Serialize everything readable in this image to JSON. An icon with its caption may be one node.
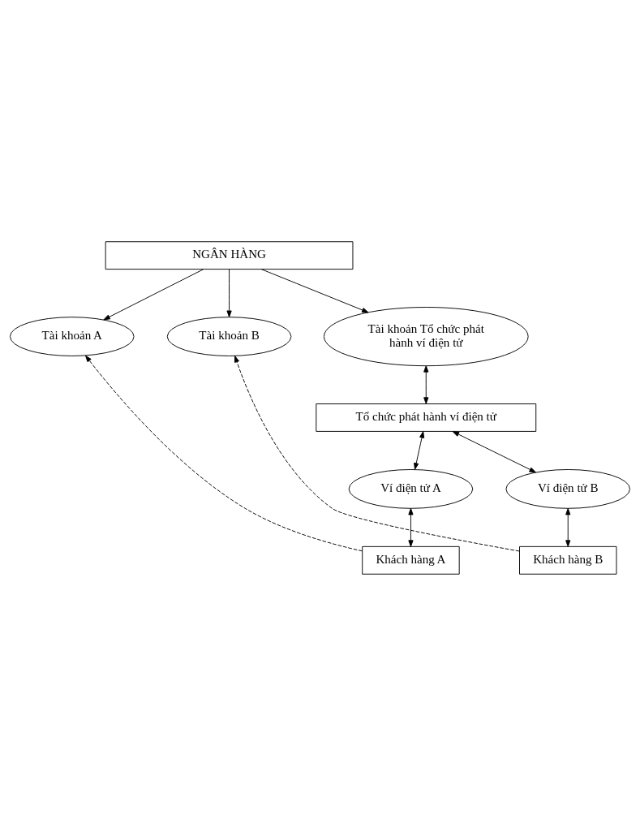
{
  "diagram": {
    "nodes": [
      {
        "text": [
          "NGÂN HÀNG"
        ]
      },
      {
        "text": [
          "Tài khoản A"
        ]
      },
      {
        "text": [
          "Tài khoản B"
        ]
      },
      {
        "text": [
          "Tài khoản Tổ chức phát hành ví điện tử"
        ]
      },
      {
        "text": [
          "Tổ chức phát hành ví điện tử"
        ]
      },
      {
        "text": [
          "Ví điện tử A"
        ]
      },
      {
        "text": [
          "Ví điện tử B"
        ]
      },
      {
        "text": [
          "Khách hàng A"
        ]
      },
      {
        "text": [
          "Khách hàng B"
        ]
      }
    ],
    "edges": [
      {
        "from": 0,
        "to": 1,
        "arrow": "to"
      },
      {
        "from": 0,
        "to": 2,
        "arrow": "to"
      },
      {
        "from": 0,
        "to": 3,
        "arrow": "to"
      },
      {
        "from": 3,
        "to": 4,
        "arrow": "both"
      },
      {
        "from": 4,
        "to": 5,
        "arrow": "both"
      },
      {
        "from": 4,
        "to": 6,
        "arrow": "both"
      },
      {
        "from": 5,
        "to": 7,
        "arrow": "both"
      },
      {
        "from": 6,
        "to": 8,
        "arrow": "both"
      },
      {
        "from": 7,
        "to": 1,
        "arrow": "to",
        "style": "dashed"
      },
      {
        "from": 8,
        "to": 2,
        "arrow": "to",
        "style": "dashed"
      }
    ]
  }
}
